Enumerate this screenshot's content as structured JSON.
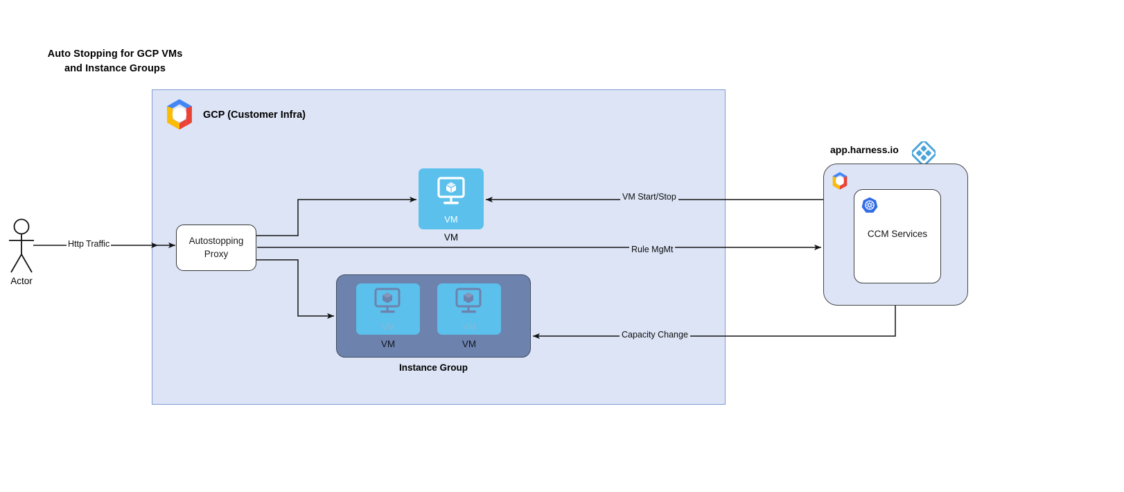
{
  "title": {
    "line1": "Auto Stopping for GCP VMs",
    "line2": "and Instance Groups"
  },
  "actor": {
    "label": "Actor",
    "icon": "actor-stick-figure-icon"
  },
  "gcp_container": {
    "label": "GCP (Customer Infra)",
    "icon": "gcp-hexagon-logo-icon",
    "fill": "#dce4f5",
    "border": "#7d9bd6"
  },
  "autostopping_proxy": {
    "line1": "Autostopping",
    "line2": "Proxy"
  },
  "vm_node": {
    "inner_label": "VM",
    "caption": "VM",
    "icon": "vm-monitor-cube-icon",
    "fill": "#5bc0ec"
  },
  "instance_group": {
    "caption": "Instance Group",
    "fill": "#6d82ad",
    "border": "#3f4a63",
    "vms": [
      {
        "inner_label": "VM",
        "caption": "VM",
        "icon": "vm-monitor-cube-icon"
      },
      {
        "inner_label": "VM",
        "caption": "VM",
        "icon": "vm-monitor-cube-icon"
      }
    ]
  },
  "harness": {
    "title": "app.harness.io",
    "logo_icon": "harness-diamond-logo-icon",
    "gcp_icon": "gcp-hexagon-logo-icon",
    "ccm": {
      "label": "CCM Services",
      "icon": "kubernetes-helm-logo-icon"
    },
    "fill": "#dce4f5",
    "accent": "#4aa3db"
  },
  "edges": [
    {
      "id": "http-traffic",
      "label": "Http Traffic"
    },
    {
      "id": "vm-start-stop",
      "label": "VM Start/Stop"
    },
    {
      "id": "rule-mgmt",
      "label": "Rule MgMt"
    },
    {
      "id": "capacity-change",
      "label": "Capacity Change"
    }
  ],
  "edge_labels": {
    "http_traffic": "Http Traffic",
    "vm_start_stop": "VM Start/Stop",
    "rule_mgmt": "Rule MgMt",
    "capacity_change": "Capacity Change"
  },
  "colors": {
    "stroke": "#1a1a1a",
    "panel_blue": "#dce4f5",
    "panel_border": "#7d9bd6",
    "vm_blue": "#5bc0ec",
    "group_slate": "#6d82ad",
    "harness_blue": "#4aa3db",
    "k8s_blue": "#326ce5"
  }
}
